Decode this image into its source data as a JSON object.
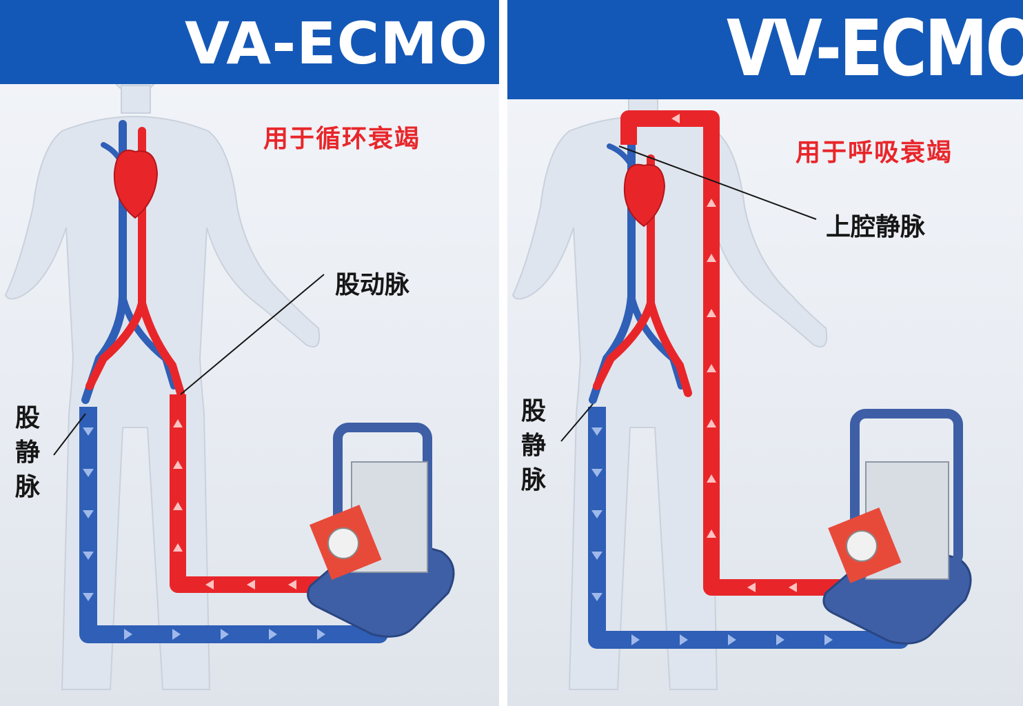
{
  "panels": [
    {
      "title": "VA-ECMO",
      "usage": "用于循环衰竭",
      "labels": {
        "artery": "股动脉",
        "vein": "股静脉"
      }
    },
    {
      "title": "VV-ECMO",
      "usage": "用于呼吸衰竭",
      "labels": {
        "svc": "上腔静脉",
        "vein": "股静脉"
      }
    }
  ],
  "colors": {
    "banner": "#1458b7",
    "arterial_red": "#e8262a",
    "venous_blue": "#2f5fb6",
    "body": "#dfe5ee"
  },
  "icons": [
    "human-body-figure",
    "heart-icon",
    "ecmo-machine-icon",
    "flow-arrow-icon"
  ]
}
